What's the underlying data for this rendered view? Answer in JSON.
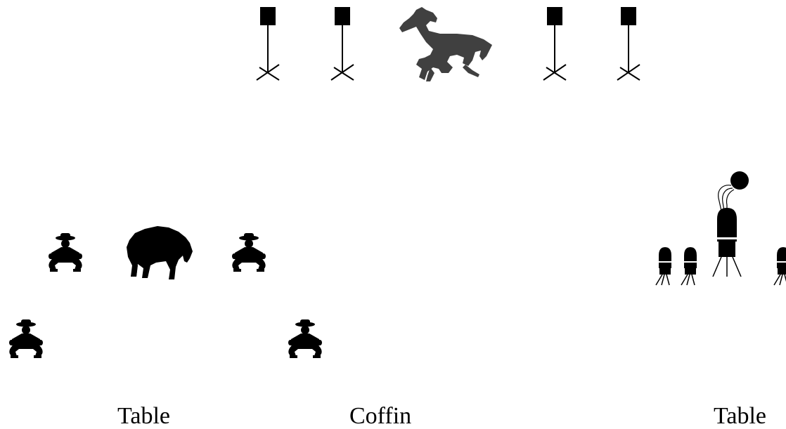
{
  "captions": {
    "left": "Table",
    "middle": "Coffin",
    "right": "Table"
  },
  "icons": {
    "target_stand": "target-stand-icon",
    "horse": "running-horse-icon",
    "cowboy": "crouching-cowboy-icon",
    "buffalo": "buffalo-icon",
    "bomb_target": "bomb-target-icon",
    "plate_target": "plate-target-icon"
  },
  "colors": {
    "foreground": "#000000",
    "horse": "#404040",
    "background": "#ffffff"
  }
}
